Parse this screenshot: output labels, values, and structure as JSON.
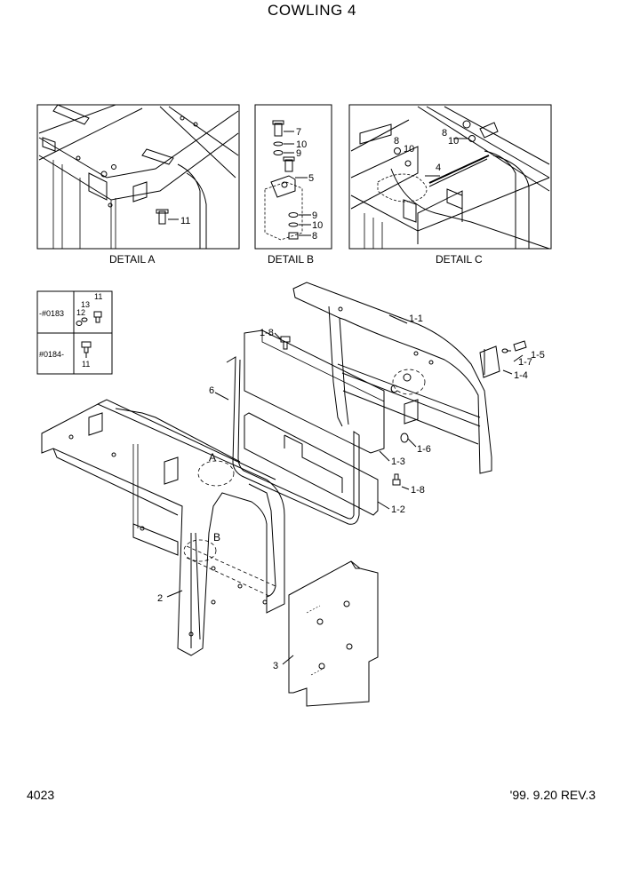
{
  "title": "COWLING 4",
  "page_number": "4023",
  "revision": "'99. 9.20 REV.3",
  "details": {
    "a": {
      "caption": "DETAIL  A",
      "labels": {
        "p11": "11"
      }
    },
    "b": {
      "caption": "DETAIL  B",
      "labels": {
        "p7": "7",
        "p10a": "10",
        "p9a": "9",
        "p5": "5",
        "p9b": "9",
        "p10b": "10",
        "p8": "8"
      }
    },
    "c": {
      "caption": "DETAIL C",
      "labels": {
        "p8a": "8",
        "p10a": "10",
        "p8b": "8",
        "p10b": "10",
        "p4": "4"
      }
    }
  },
  "serial_table": {
    "rows": [
      {
        "range": "-#0183",
        "labels": [
          "12",
          "13",
          "11"
        ]
      },
      {
        "range": "#0184-",
        "labels": [
          "11"
        ]
      }
    ]
  },
  "main_labels": {
    "l1_1": "1-1",
    "l1_5": "1-5",
    "l1_7": "1-7",
    "l1_4": "1-4",
    "l1_6": "1-6",
    "l1_8a": "1-8",
    "l1_8b": "1-8",
    "l1_3": "1-3",
    "l1_2": "1-2",
    "l6": "6",
    "lA": "A",
    "lB": "B",
    "lC": "C",
    "l2": "2",
    "l3": "3"
  }
}
